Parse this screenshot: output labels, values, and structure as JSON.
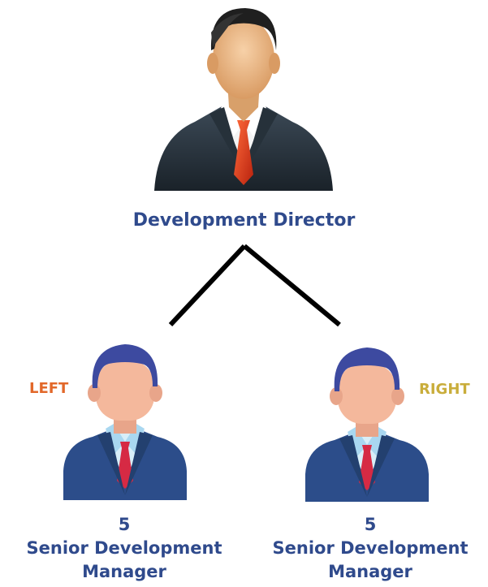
{
  "colors": {
    "label_blue": "#2f4a8c",
    "left_tag": "#e2682a",
    "right_tag": "#c9ad3b",
    "connector": "#000000"
  },
  "director": {
    "icon": "businessman-icon",
    "title": "Development Director"
  },
  "tags": {
    "left": "LEFT",
    "right": "RIGHT"
  },
  "managers": [
    {
      "icon": "manager-avatar-icon",
      "count": "5",
      "title_line1": "Senior Development",
      "title_line2": "Manager"
    },
    {
      "icon": "manager-avatar-icon",
      "count": "5",
      "title_line1": "Senior Development",
      "title_line2": "Manager"
    }
  ]
}
